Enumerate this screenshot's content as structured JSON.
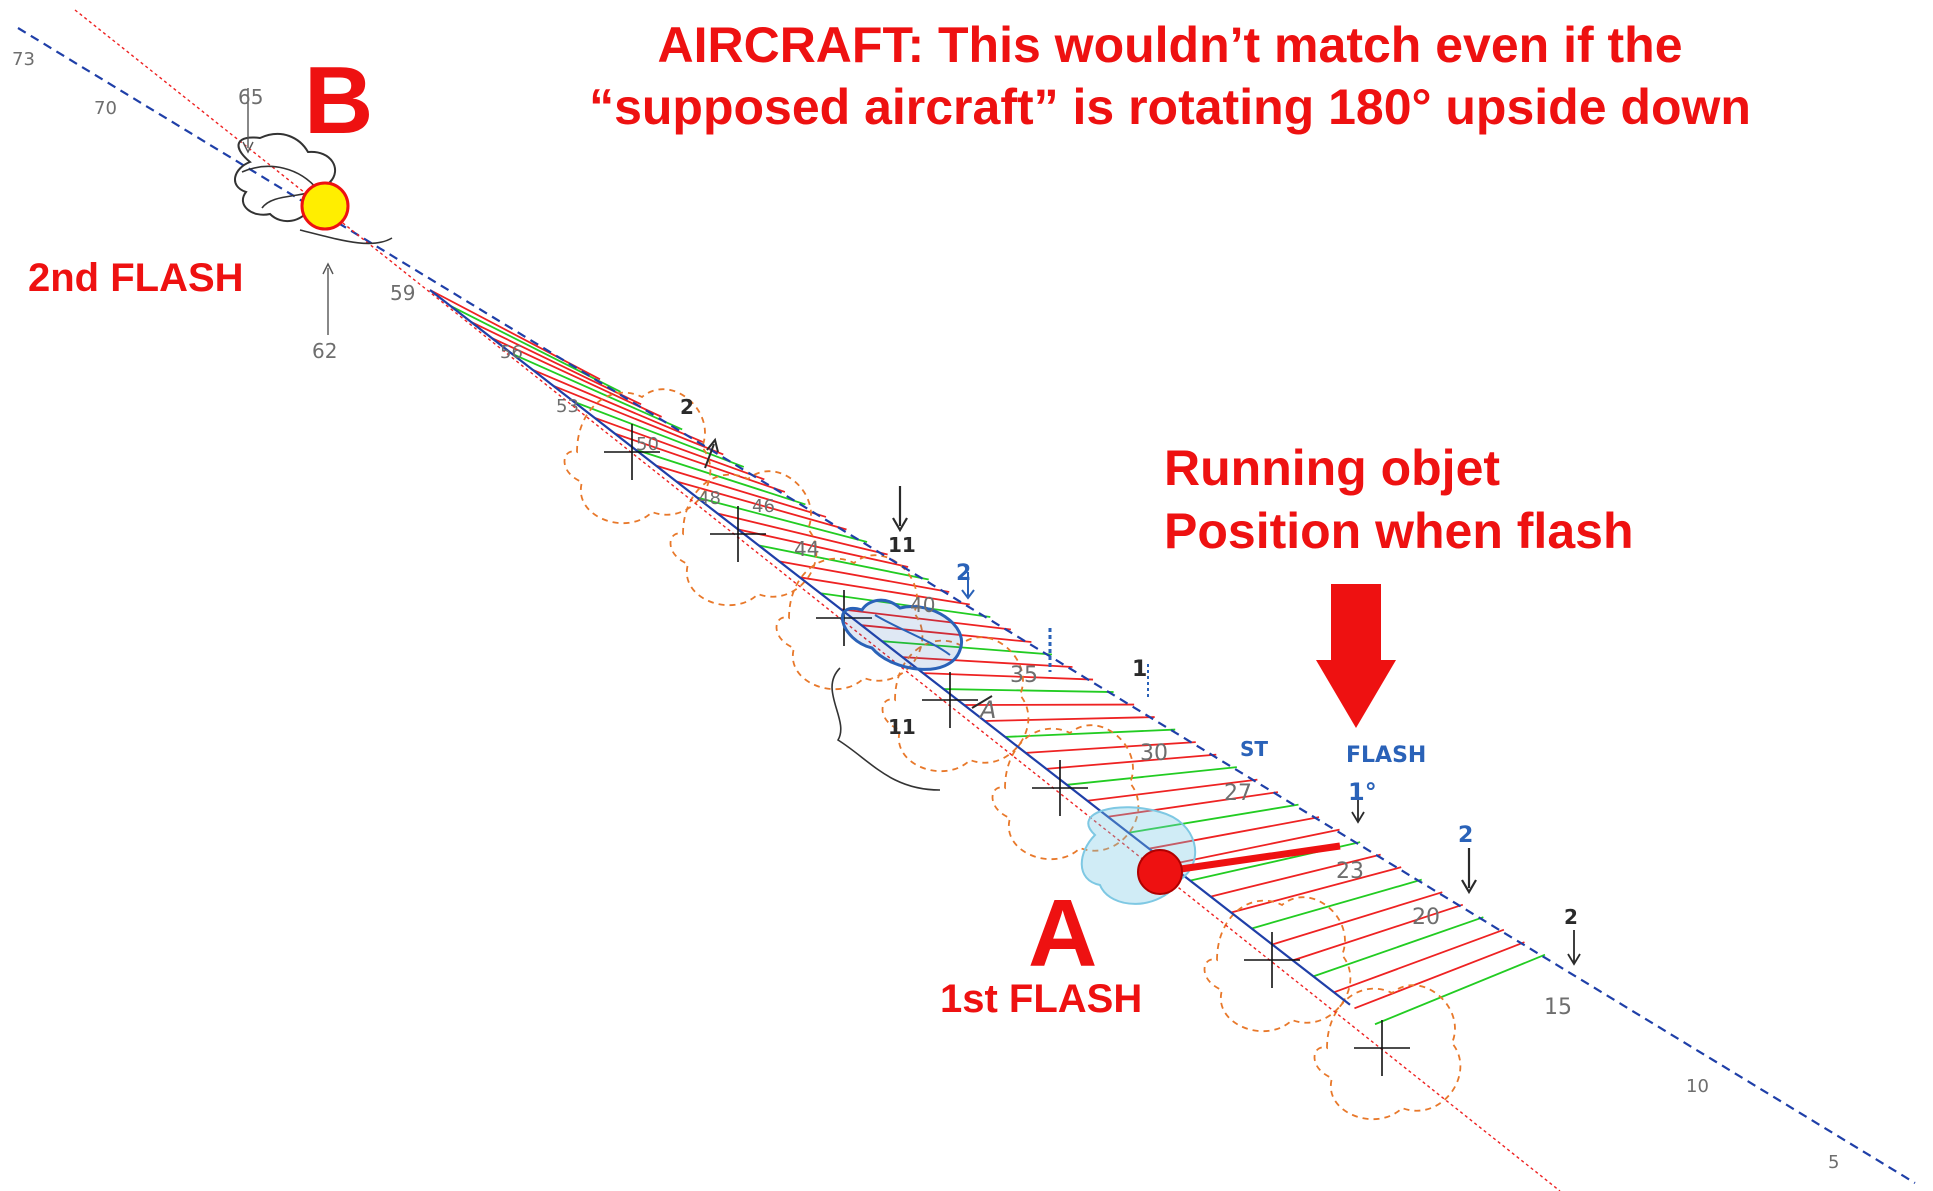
{
  "headline": {
    "line1": "AIRCRAFT: This wouldn’t match even if the",
    "line2": "“supposed aircraft” is rotating 180° upside down"
  },
  "points": {
    "b_label": "B",
    "a_label": "A",
    "second_flash": "2nd FLASH",
    "first_flash": "1st FLASH"
  },
  "callout": {
    "line1": "Running objet",
    "line2": "Position when flash"
  },
  "sketch_labels": {
    "flash": "FLASH",
    "st": "ST",
    "flash_marker": "1°",
    "marker_a": "A"
  },
  "track_numbers": [
    "73",
    "70",
    "65",
    "62",
    "59",
    "56",
    "53",
    "50",
    "48",
    "46",
    "44",
    "40",
    "35",
    "30",
    "27",
    "23",
    "20",
    "15",
    "10",
    "5"
  ],
  "marker_numbers": [
    "2",
    "11",
    "2",
    "1",
    "11",
    "2",
    "2"
  ],
  "colors": {
    "annotation_red": "#ee1111",
    "track_blue": "#1f3fa8",
    "hatch_green": "#22cc22",
    "hatch_red": "#ee2222",
    "cloud_orange": "#e8782a",
    "point_b_fill": "#ffee00",
    "point_a_fill": "#ee1111"
  }
}
